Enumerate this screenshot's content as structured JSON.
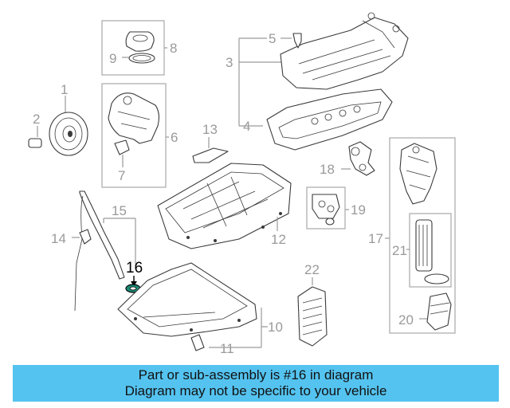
{
  "diagram": {
    "callouts": {
      "c1": "1",
      "c2": "2",
      "c3": "3",
      "c4": "4",
      "c5": "5",
      "c6": "6",
      "c7": "7",
      "c8": "8",
      "c9": "9",
      "c10": "10",
      "c11": "11",
      "c12": "12",
      "c13": "13",
      "c14": "14",
      "c15": "15",
      "c16": "16",
      "c17": "17",
      "c18": "18",
      "c19": "19",
      "c20": "20",
      "c21": "21",
      "c22": "22"
    },
    "highlighted_part": "16",
    "highlight_color": "#1a8f78",
    "line_color": "#9a9a9a"
  },
  "banner": {
    "line1": "Part or sub-assembly is #16 in diagram",
    "line2": "Diagram may not be specific to your vehicle",
    "background": "#54c3f0"
  }
}
